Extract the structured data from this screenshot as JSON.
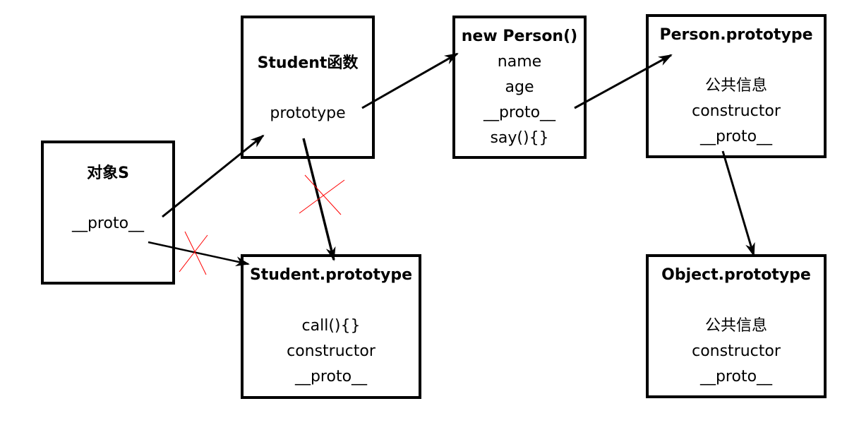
{
  "boxes": {
    "object_s": {
      "title": "对象S",
      "lines": [
        "__proto__"
      ]
    },
    "student_fn": {
      "title": "Student函数",
      "lines": [
        "prototype"
      ]
    },
    "new_person": {
      "title": "new Person()",
      "lines": [
        "name",
        "age",
        "__proto__",
        "say(){}"
      ]
    },
    "person_proto": {
      "title": "Person.prototype",
      "lines": [
        "公共信息",
        "constructor",
        "__proto__"
      ]
    },
    "student_proto": {
      "title": "Student.prototype",
      "lines": [
        "call(){}",
        "constructor",
        "__proto__"
      ]
    },
    "object_proto": {
      "title": "Object.prototype",
      "lines": [
        "公共信息",
        "constructor",
        "__proto__"
      ]
    }
  },
  "colors": {
    "stroke": "#000000",
    "cross_mark": "#ff0000"
  }
}
